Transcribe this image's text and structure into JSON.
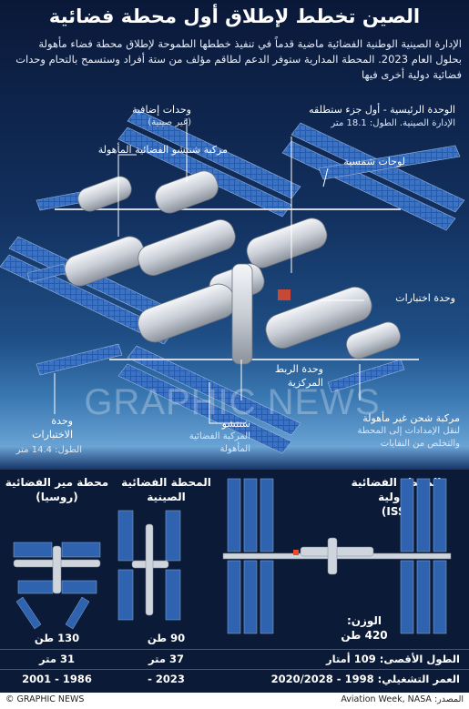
{
  "title": "الصين تخطط لإطلاق أول محطة فضائية",
  "intro": "الإدارة الصينية الوطنية الفضائية ماضية قدماً في تنفيذ خططها الطموحة لإطلاق محطة فضاء مأهولة بحلول العام 2023. المحطة المدارية ستوفر الدعم لطاقم مؤلف من ستة أفراد وستسمح بالتحام وحدات فضائية دولية أخرى فيها",
  "labels": {
    "extra_modules": "وحدات إضافية",
    "extra_modules_sub": "(غير صينية)",
    "shenzhou_crewed": "مركبة شنتشو الفضائية المأهولة",
    "main_module": "الوحدة الرئيسية - أول جزء ستطلقه",
    "main_module_sub": "الإدارة الصينية. الطول: 18.1 متر",
    "solar_panels": "لوحات شمسية",
    "experiment_module_right": "وحدة اختبارات",
    "experiment_module_left_1": "وحدة",
    "experiment_module_left_2": "الاختبارات",
    "experiment_module_left_len": "الطول: 14.4 متر",
    "central_dock_1": "وحدة الربط",
    "central_dock_2": "المركزية",
    "shenzhou_1": "شنتشو",
    "shenzhou_2": "المركبة الفضائية",
    "shenzhou_3": "المأهولة",
    "cargo_1": "مركبة شحن غير مأهولة",
    "cargo_2": "لنقل الإمدادات إلى المحطة",
    "cargo_3": "والتخلص من النفايات"
  },
  "watermark": "GRAPHIC NEWS",
  "comparison": {
    "columns": [
      {
        "name": "محطة مير الفضائية",
        "sub": "(روسيا)",
        "weight": "130 طن",
        "length": "31 متر",
        "years": "1986 - 2001"
      },
      {
        "name": "المحطة الفضائية",
        "sub": "الصينية",
        "weight": "90 طن",
        "length": "37 متر",
        "years": "2023 -"
      },
      {
        "name": "المحطة الفضائية",
        "sub": "الدولية",
        "abbr": "(ISS)",
        "weight_label": "الوزن:",
        "weight": "420 طن",
        "length": "الطول الأقصى: 109 أمتار",
        "years": "العمر التشغيلي: 1998 - 2020/2028"
      }
    ]
  },
  "footer": {
    "brand": "© GRAPHIC NEWS",
    "source": "المصدر: Aviation Week, NASA"
  },
  "colors": {
    "panel": "#2f63b0",
    "panel_dark": "#1a3f7a",
    "module": "#d9dde3",
    "bg": "#0b1a36",
    "accent": "#e84a2a"
  }
}
